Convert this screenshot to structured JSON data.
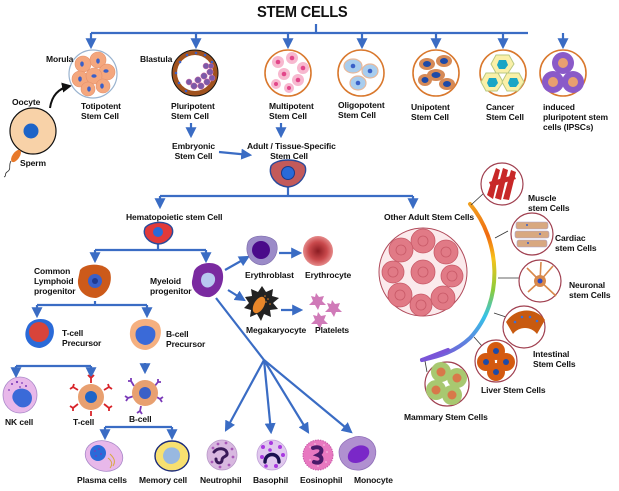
{
  "title": "STEM CELLS",
  "colors": {
    "connector": "#3a6cc4",
    "ring": "#d9782d",
    "text": "#111111"
  },
  "top_row": {
    "oocyte": "Oocyte",
    "sperm": "Sperm",
    "morula": "Morula",
    "blastula": "Blastula",
    "totipotent": [
      "Totipotent",
      "Stem Cell"
    ],
    "pluripotent": [
      "Pluripotent",
      "Stem Cell"
    ],
    "multipotent": [
      "Multipotent",
      "Stem Cell"
    ],
    "oligopotent": [
      "Oligopotent",
      "Stem Cell"
    ],
    "unipotent": [
      "Unipotent",
      "Stem Cell"
    ],
    "cancer": [
      "Cancer",
      "Stem Cell"
    ],
    "ipsc": [
      "induced",
      "pluripotent stem",
      "cells (IPSCs)"
    ]
  },
  "middle": {
    "embryonic": [
      "Embryonic",
      "Stem Cell"
    ],
    "adult": [
      "Adult / Tissue-Specific",
      "Stem Cell"
    ],
    "hematopoietic": "Hematopoietic stem Cell",
    "other_adult": "Other Adult Stem Cells"
  },
  "blood": {
    "lymphoid": [
      "Common",
      "Lymphoid",
      "progenitor"
    ],
    "myeloid": [
      "Myeloid",
      "progenitor"
    ],
    "erythroblast": "Erythroblast",
    "erythrocyte": "Erythrocyte",
    "megakaryocyte": "Megakaryocyte",
    "platelets": "Platelets",
    "tcell_precursor": [
      "T-cell",
      "Precursor"
    ],
    "bcell_precursor": [
      "B-cell",
      "Precursor"
    ],
    "nk": "NK cell",
    "tcell": "T-cell",
    "bcell": "B-cell",
    "plasma": "Plasma cells",
    "memory": "Memory cell",
    "neutrophil": "Neutrophil",
    "basophil": "Basophil",
    "eosinophil": "Eosinophil",
    "monocyte": "Monocyte"
  },
  "other_adult": {
    "muscle": [
      "Muscle",
      "stem Cells"
    ],
    "cardiac": [
      "Cardiac",
      "stem Cells"
    ],
    "neuronal": [
      "Neuronal",
      "stem Cells"
    ],
    "intestinal": [
      "Intestinal",
      "Stem Cells"
    ],
    "liver": "Liver Stem Cells",
    "mammary": "Mammary Stem Cells"
  }
}
